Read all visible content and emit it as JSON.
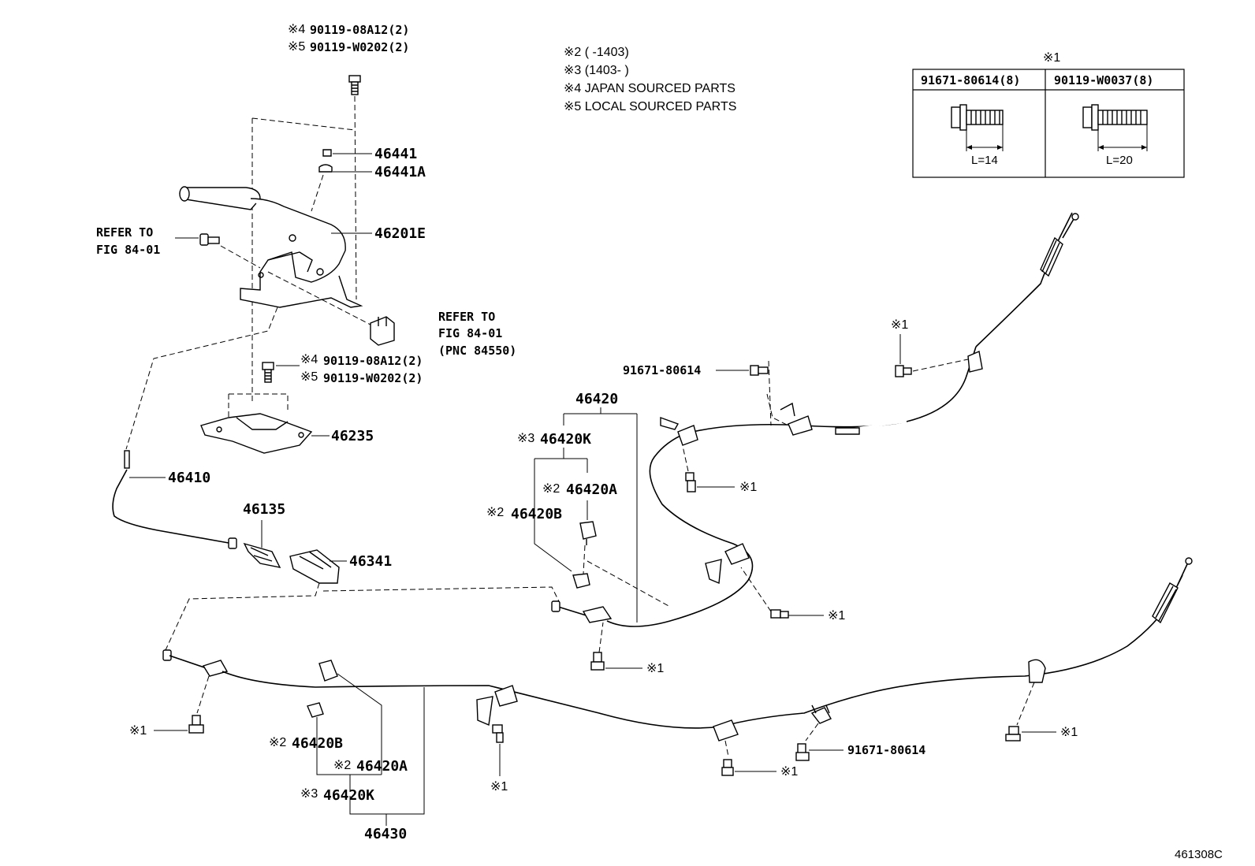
{
  "notes": {
    "n2": "※2 (        -1403)",
    "n3": "※3 (1403-        )",
    "n4": "※4 JAPAN SOURCED PARTS",
    "n5": "※5 LOCAL SOURCED PARTS"
  },
  "legend_table": {
    "mark": "※1",
    "col1": {
      "part": "91671-80614(8)",
      "length": "L=14"
    },
    "col2": {
      "part": "90119-W0037(8)",
      "length": "L=20"
    }
  },
  "labels": {
    "bolt_top_japan": "90119-08A12(2)",
    "bolt_top_local": "90119-W0202(2)",
    "bolt_mid_japan": "90119-08A12(2)",
    "bolt_mid_local": "90119-W0202(2)",
    "p46441": "46441",
    "p46441A": "46441A",
    "p46201E": "46201E",
    "refer1_a": "REFER TO",
    "refer1_b": "FIG 84-01",
    "refer2_a": "REFER TO",
    "refer2_b": "FIG 84-01",
    "refer2_c": "(PNC 84550)",
    "p46235": "46235",
    "p46410": "46410",
    "p46135": "46135",
    "p46341": "46341",
    "p46420": "46420",
    "p46420K_upper": "46420K",
    "p46420A_upper": "46420A",
    "p46420B_upper": "46420B",
    "p46420B_lower": "46420B",
    "p46420A_lower": "46420A",
    "p46420K_lower": "46420K",
    "p46430": "46430",
    "bolt_91671_a": "91671-80614",
    "bolt_91671_b": "91671-80614",
    "figure_code": "461308C"
  },
  "marks": {
    "m4": "※4",
    "m5": "※5",
    "m2": "※2",
    "m3": "※3",
    "m1": "※1"
  }
}
